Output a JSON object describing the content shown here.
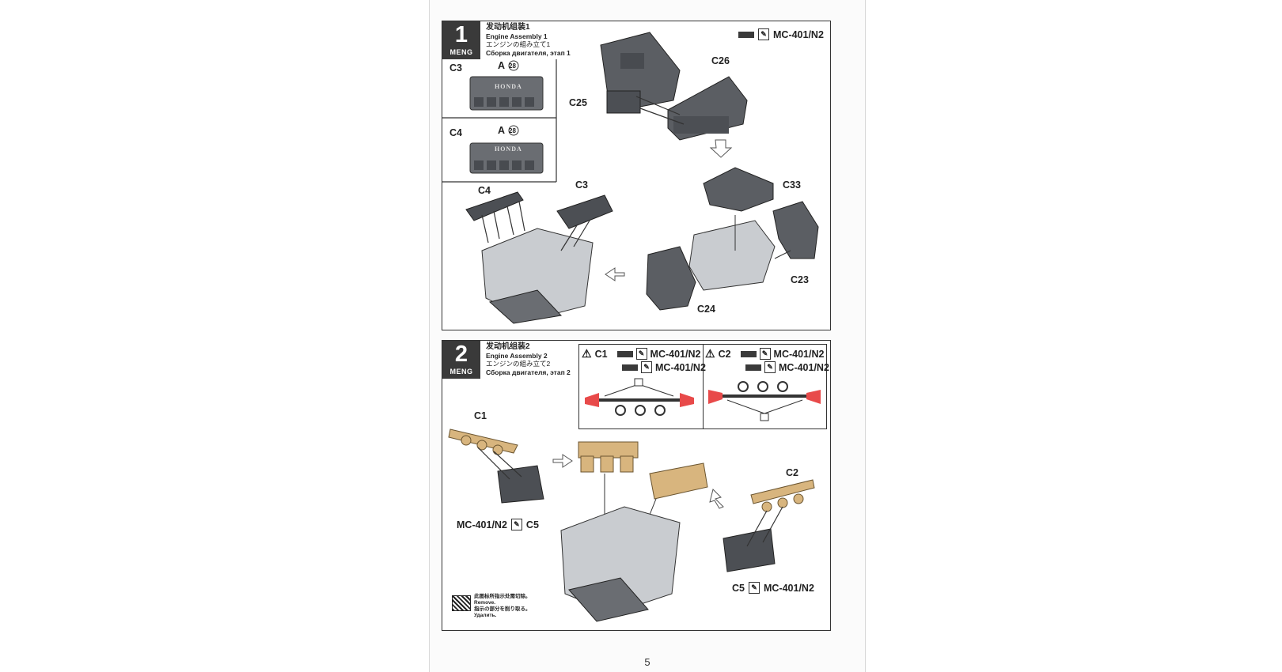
{
  "brand": "MENG",
  "page_number": "5",
  "paint": {
    "code": "MC-401/N2"
  },
  "step1": {
    "number": "1",
    "title_cn": "发动机组装1",
    "title_en": "Engine Assembly 1",
    "title_jp": "エンジンの組み立て1",
    "title_ru": "Сборка двигателя, этап 1",
    "inset_labels": {
      "c3": "C3",
      "c4": "C4",
      "decal_a": "A",
      "decal_no": "28",
      "honda": "HONDA"
    },
    "part_labels": {
      "c25": "C25",
      "c26": "C26",
      "c33": "C33",
      "c23": "C23",
      "c24": "C24",
      "c4": "C4",
      "c3": "C3"
    }
  },
  "step2": {
    "number": "2",
    "title_cn": "发动机组装2",
    "title_en": "Engine Assembly 2",
    "title_jp": "エンジンの組み立て2",
    "title_ru": "Сборка двигателя, этап 2",
    "warn_c1": "C1",
    "warn_c2": "C2",
    "part_labels": {
      "c1": "C1",
      "c2": "C2",
      "c5_left": "C5",
      "c5_right": "C5"
    },
    "remove_note": {
      "cn": "此图标所指示处需切除。",
      "en": "Remove.",
      "jp": "指示の部分を削り取る。",
      "ru": "Удалить."
    }
  },
  "colors": {
    "gunmetal": "#5b5e63",
    "light_grey": "#c9ccd0",
    "tan": "#d8b57e",
    "red": "#e84a4a",
    "panel_border": "#333333"
  }
}
